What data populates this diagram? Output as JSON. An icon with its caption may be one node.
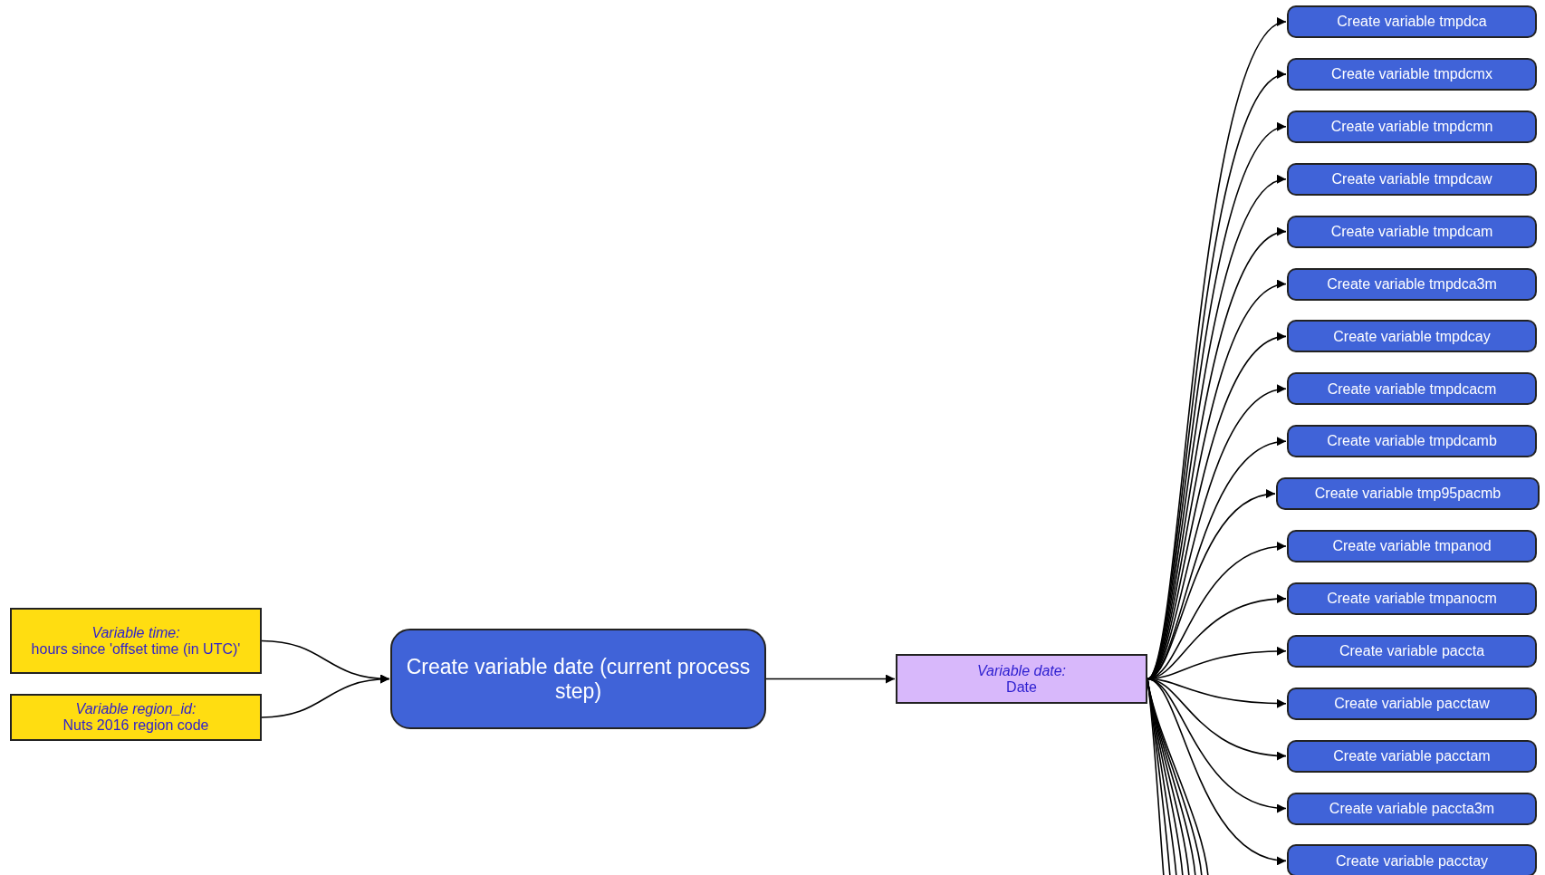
{
  "diagram": {
    "nodes": [
      {
        "text": [
          "Variable time:",
          "hours since 'offset time (in UTC)'"
        ]
      },
      {
        "text": [
          "Variable region_id:",
          "Nuts 2016 region code"
        ]
      },
      {
        "text": [
          "Create variable date (current process step)"
        ]
      },
      {
        "text": [
          "Variable date:",
          "Date"
        ]
      },
      {
        "text": [
          "Create variable tmpdca"
        ]
      },
      {
        "text": [
          "Create variable tmpdcmx"
        ]
      },
      {
        "text": [
          "Create variable tmpdcmn"
        ]
      },
      {
        "text": [
          "Create variable tmpdcaw"
        ]
      },
      {
        "text": [
          "Create variable tmpdcam"
        ]
      },
      {
        "text": [
          "Create variable tmpdca3m"
        ]
      },
      {
        "text": [
          "Create variable tmpdcay"
        ]
      },
      {
        "text": [
          "Create variable tmpdcacm"
        ]
      },
      {
        "text": [
          "Create variable tmpdcamb"
        ]
      },
      {
        "text": [
          "Create variable tmp95pacmb"
        ]
      },
      {
        "text": [
          "Create variable tmpanod"
        ]
      },
      {
        "text": [
          "Create variable tmpanocm"
        ]
      },
      {
        "text": [
          "Create variable paccta"
        ]
      },
      {
        "text": [
          "Create variable pacctaw"
        ]
      },
      {
        "text": [
          "Create variable pacctam"
        ]
      },
      {
        "text": [
          "Create variable paccta3m"
        ]
      },
      {
        "text": [
          "Create variable pacctay"
        ]
      }
    ],
    "edges": [
      {
        "from": 0,
        "to": 2,
        "arrow": "to"
      },
      {
        "from": 1,
        "to": 2,
        "arrow": "to"
      },
      {
        "from": 2,
        "to": 3,
        "arrow": "to"
      },
      {
        "from": 3,
        "to": 4,
        "arrow": "to"
      },
      {
        "from": 3,
        "to": 5,
        "arrow": "to"
      },
      {
        "from": 3,
        "to": 6,
        "arrow": "to"
      },
      {
        "from": 3,
        "to": 7,
        "arrow": "to"
      },
      {
        "from": 3,
        "to": 8,
        "arrow": "to"
      },
      {
        "from": 3,
        "to": 9,
        "arrow": "to"
      },
      {
        "from": 3,
        "to": 10,
        "arrow": "to"
      },
      {
        "from": 3,
        "to": 11,
        "arrow": "to"
      },
      {
        "from": 3,
        "to": 12,
        "arrow": "to"
      },
      {
        "from": 3,
        "to": 13,
        "arrow": "to"
      },
      {
        "from": 3,
        "to": 14,
        "arrow": "to"
      },
      {
        "from": 3,
        "to": 15,
        "arrow": "to"
      },
      {
        "from": 3,
        "to": 16,
        "arrow": "to"
      },
      {
        "from": 3,
        "to": 17,
        "arrow": "to"
      },
      {
        "from": 3,
        "to": 18,
        "arrow": "to"
      },
      {
        "from": 3,
        "to": 19,
        "arrow": "to"
      },
      {
        "from": 3,
        "to": 20,
        "arrow": "to"
      },
      {
        "from": 3,
        "to": null,
        "arrow": "none"
      },
      {
        "from": 3,
        "to": null,
        "arrow": "none"
      },
      {
        "from": 3,
        "to": null,
        "arrow": "none"
      },
      {
        "from": 3,
        "to": null,
        "arrow": "none"
      },
      {
        "from": 3,
        "to": null,
        "arrow": "none"
      },
      {
        "from": 3,
        "to": null,
        "arrow": "none"
      },
      {
        "from": 3,
        "to": null,
        "arrow": "none"
      },
      {
        "from": 3,
        "to": null,
        "arrow": "none"
      }
    ]
  }
}
